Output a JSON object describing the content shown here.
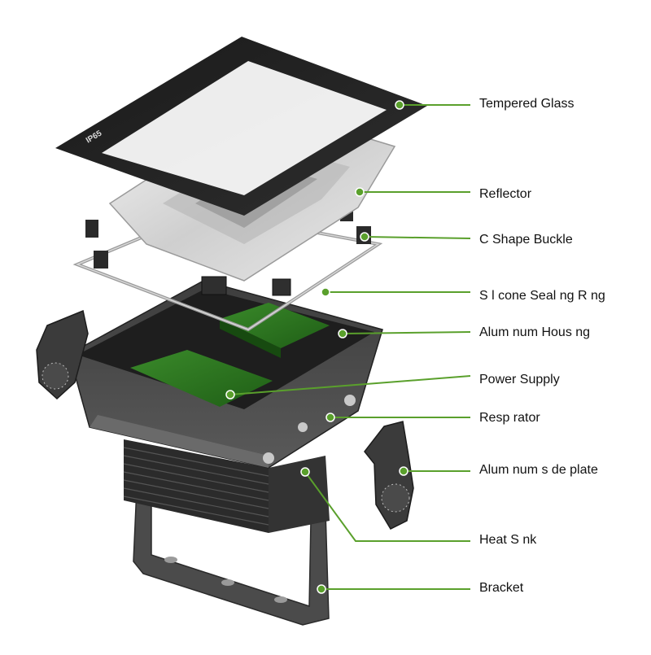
{
  "diagram": {
    "accent_color": "#5aa02c",
    "housing_badge_text": "IP65",
    "callouts": [
      {
        "id": "tempered-glass",
        "label": "Tempered Glass"
      },
      {
        "id": "reflector",
        "label": "Reflector"
      },
      {
        "id": "c-shape-buckle",
        "label": "C Shape Buckle"
      },
      {
        "id": "silicone-sealing-ring",
        "label": "S l cone Seal ng R ng"
      },
      {
        "id": "aluminum-housing",
        "label": "Alum num Hous ng"
      },
      {
        "id": "power-supply",
        "label": "Power Supply"
      },
      {
        "id": "respirator",
        "label": "Resp rator"
      },
      {
        "id": "aluminum-side-plate",
        "label": "Alum num s de plate"
      },
      {
        "id": "heat-sink",
        "label": "Heat S nk"
      },
      {
        "id": "bracket",
        "label": "Bracket"
      }
    ]
  }
}
